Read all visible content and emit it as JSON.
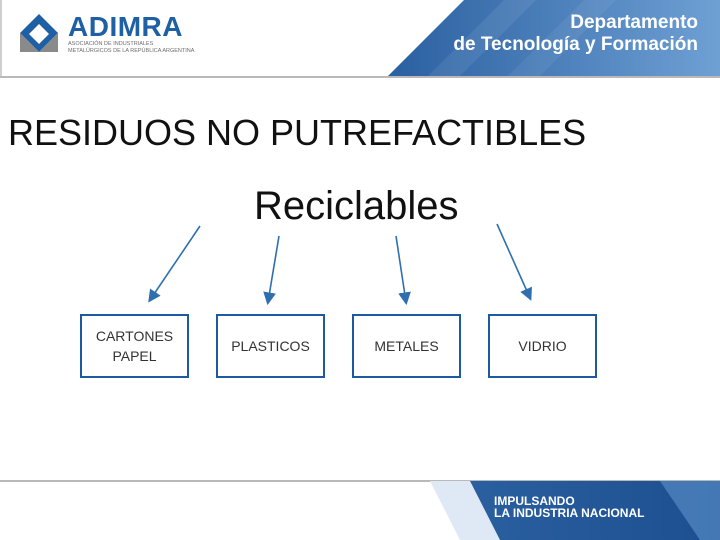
{
  "header": {
    "logo_name": "ADIMRA",
    "logo_subtitle": "Asociación de Industriales Metalúrgicos de la República Argentina",
    "department_line1": "Departamento",
    "department_line2": "de Tecnología y Formación"
  },
  "slide": {
    "title": "RESIDUOS NO PUTREFACTIBLES",
    "subtitle": "Reciclables",
    "categories": [
      {
        "line1": "CARTONES",
        "line2": "PAPEL"
      },
      {
        "line1": "PLASTICOS",
        "line2": ""
      },
      {
        "line1": "METALES",
        "line2": ""
      },
      {
        "line1": "VIDRIO",
        "line2": ""
      }
    ]
  },
  "footer": {
    "line1": "IMPULSANDO",
    "line2": "LA INDUSTRIA NACIONAL"
  },
  "colors": {
    "brand_blue": "#1f5fa3",
    "box_border": "#1f5aa0",
    "arrow": "#2f6fb0"
  }
}
